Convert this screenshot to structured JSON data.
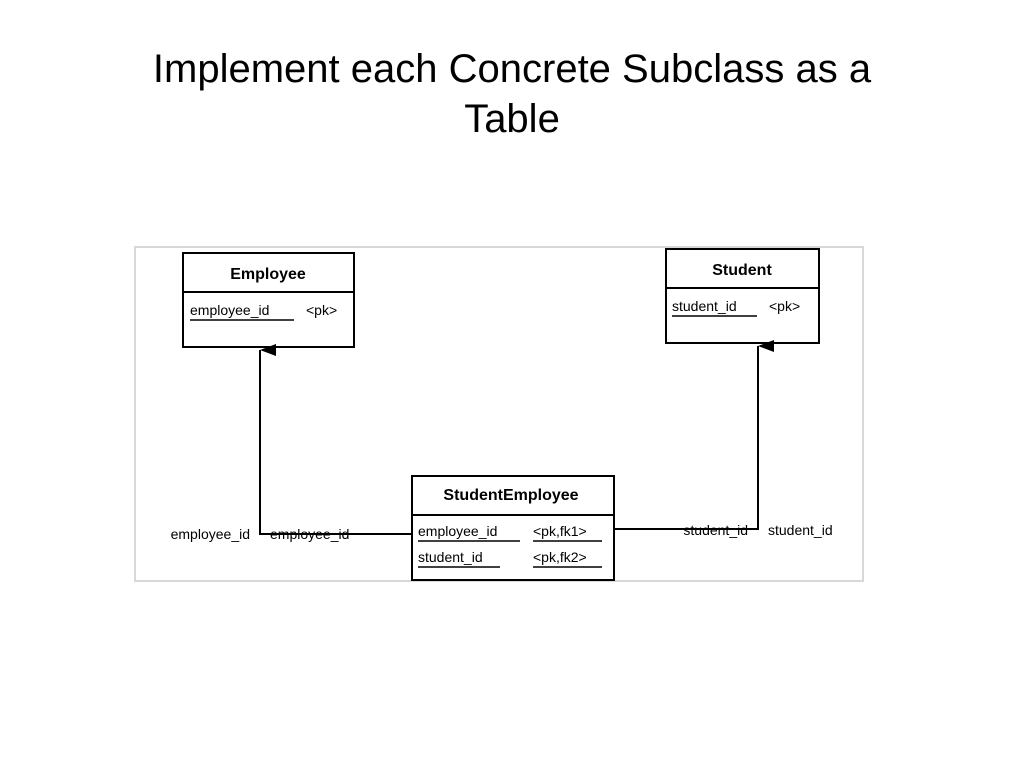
{
  "slide": {
    "title_line1": "Implement each Concrete Subclass as a",
    "title_line2": "Table"
  },
  "diagram": {
    "entities": {
      "employee": {
        "name": "Employee",
        "attributes": [
          {
            "name": "employee_id",
            "key": "<pk>"
          }
        ]
      },
      "student": {
        "name": "Student",
        "attributes": [
          {
            "name": "student_id",
            "key": "<pk>"
          }
        ]
      },
      "student_employee": {
        "name": "StudentEmployee",
        "attributes": [
          {
            "name": "employee_id",
            "key": "<pk,fk1>"
          },
          {
            "name": "student_id",
            "key": "<pk,fk2>"
          }
        ]
      }
    },
    "relationships": {
      "employee_link": {
        "parent_column": "employee_id",
        "child_column": "employee_id"
      },
      "student_link": {
        "child_column": "student_id",
        "parent_column": "student_id"
      }
    },
    "colors": {
      "line": "#000000",
      "frame": "#d8d8d8"
    }
  }
}
